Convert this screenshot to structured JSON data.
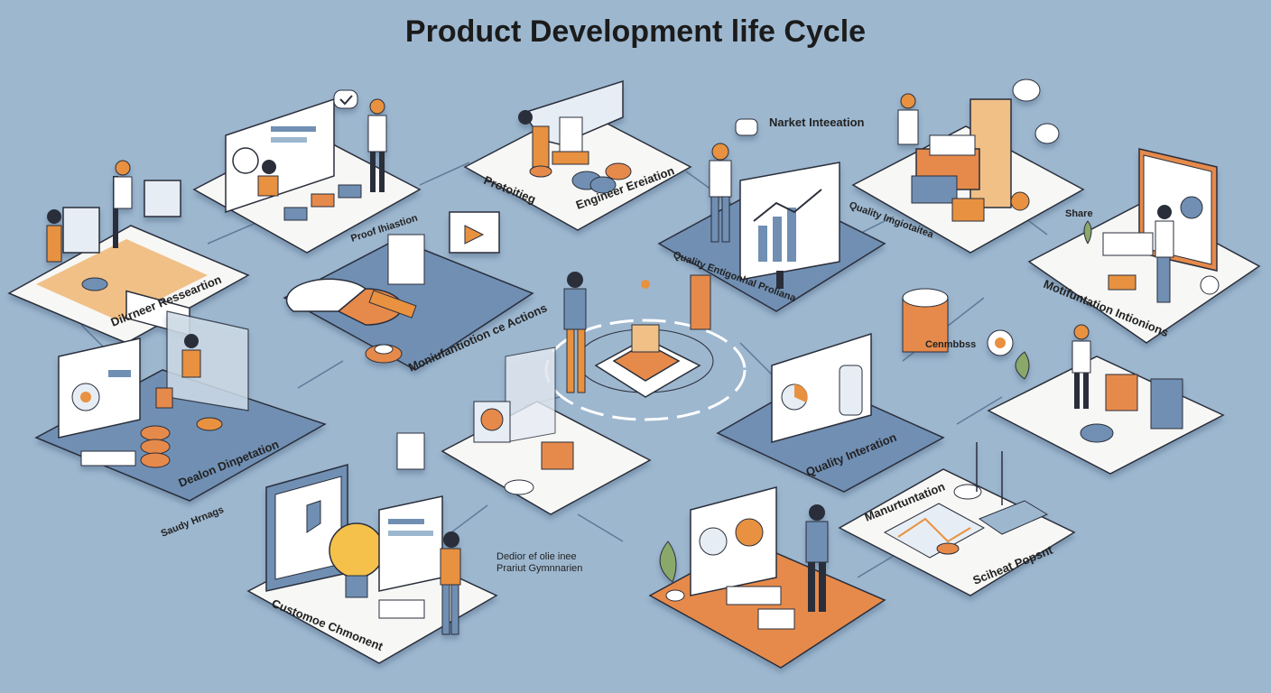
{
  "title": "Product Development life Cycle",
  "colors": {
    "background": "#9db7cf",
    "tile_white": "#f7f7f5",
    "tile_blue": "#6f8fb3",
    "tile_orange": "#e68a4c",
    "accent_orange": "#e8913f",
    "ink": "#2a2f3a"
  },
  "labels": {
    "market_integration": "Narket Inteeation",
    "prototyping": "Protoitieg",
    "engineer_evaluation": "Engineer Ereiation",
    "user_research_top": "Proof Ihiastion",
    "quality_integration_top": "Quality Imgiotaitea",
    "share": "Share",
    "discover_research": "Dikrneer Resseartion",
    "manufacturing_actions": "Moniufantiotion ce Actions",
    "quality_functional_problems": "Quality Entigonhal Proliana",
    "manufacturing_integrations": "Motifuntation Intionions",
    "design_preparation": "Dealon Dinpetation",
    "study_image": "Saudy Hrnags",
    "connections": "Cenmbbss",
    "quality_integration_mid": "Quality Interation",
    "manufacturing": "Manurtuntation",
    "student_product": "Sciheat Popsnt",
    "customer_component": "Customoe Chmonent",
    "center_note_line1": "Dedior ef olie inee",
    "center_note_line2": "Prariut Gymnnarien"
  }
}
